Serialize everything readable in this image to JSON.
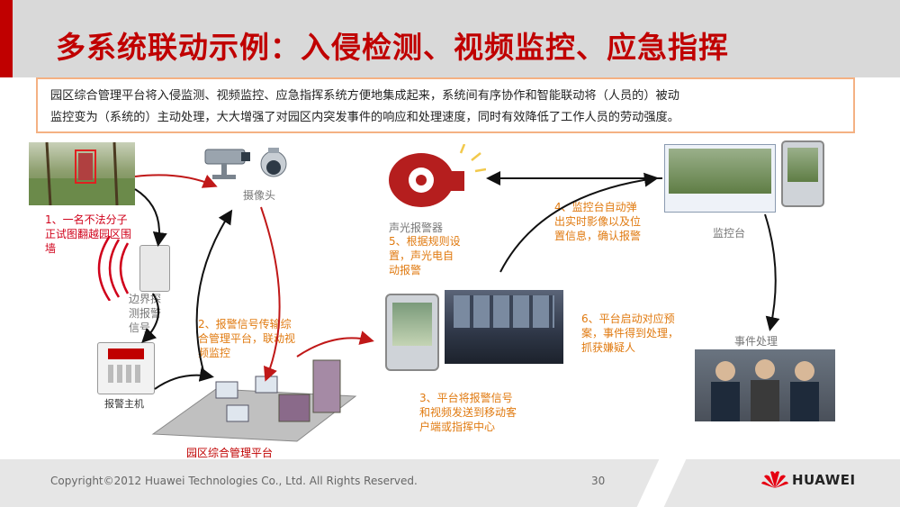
{
  "slide": {
    "title": "多系统联动示例：入侵检测、视频监控、应急指挥",
    "intro_line1": "园区综合管理平台将入侵监测、视频监控、应急指挥系统方便地集成起来，系统间有序协作和智能联动将（人员的）被动",
    "intro_line2": "监控变为（系统的）主动处理，大大增强了对园区内突发事件的响应和处理速度，同时有效降低了工作人员的劳动强度。"
  },
  "diagram": {
    "labels": {
      "camera": "摄像头",
      "border_detect_1": "边界探",
      "border_detect_2": "测报警",
      "border_detect_3": "信号",
      "alarm_host": "报警主机",
      "platform": "园区综合管理平台",
      "siren": "声光报警器",
      "monitor_station": "监控台",
      "incident": "事件处理"
    },
    "steps": {
      "step1_l1": "1、一名不法分子",
      "step1_l2": "正试图翻越园区围",
      "step1_l3": "墙",
      "step2_l1": "2、报警信号传输综",
      "step2_l2": "合管理平台，联动视",
      "step2_l3": "频监控",
      "step3_l1": "3、平台将报警信号",
      "step3_l2": "和视频发送到移动客",
      "step3_l3": "户端或指挥中心",
      "step4_l1": "4、监控台自动弹",
      "step4_l2": "出实时影像以及位",
      "step4_l3": "置信息，确认报警",
      "step5_l1": "5、根据规则设",
      "step5_l2": "置，声光电自",
      "step5_l3": "动报警",
      "step6_l1": "6、平台启动对应预",
      "step6_l2": "案，事件得到处理，",
      "step6_l3": "抓获嫌疑人"
    }
  },
  "footer": {
    "copyright": "Copyright©2012 Huawei Technologies Co., Ltd. All Rights Reserved.",
    "page": "30",
    "brand": "HUAWEI"
  },
  "colors": {
    "title_red": "#c00000",
    "step_orange": "#e07a10",
    "step1_red": "#d0021b",
    "intro_border": "#f4b183"
  }
}
